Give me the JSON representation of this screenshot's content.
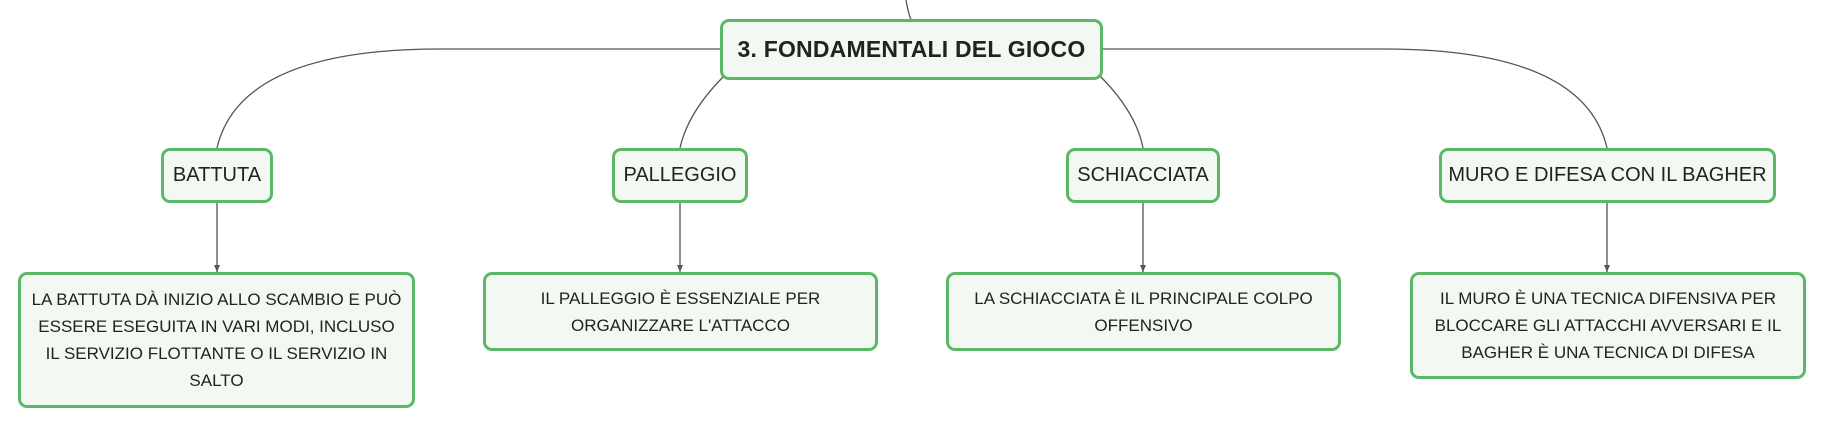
{
  "root": {
    "title": "3. FONDAMENTALI DEL GIOCO"
  },
  "topics": [
    {
      "label": "BATTUTA",
      "description": "LA BATTUTA DÀ INIZIO ALLO SCAMBIO E PUÒ ESSERE ESEGUITA IN VARI MODI, INCLUSO IL SERVIZIO FLOTTANTE O IL SERVIZIO IN SALTO"
    },
    {
      "label": "PALLEGGIO",
      "description": "IL PALLEGGIO È ESSENZIALE PER ORGANIZZARE L'ATTACCO"
    },
    {
      "label": "SCHIACCIATA",
      "description": "LA SCHIACCIATA È IL PRINCIPALE COLPO OFFENSIVO"
    },
    {
      "label": "MURO E DIFESA CON IL BAGHER",
      "description": "IL MURO È UNA TECNICA DIFENSIVA PER BLOCCARE GLI ATTACCHI AVVERSARI E IL BAGHER È UNA TECNICA DI DIFESA"
    }
  ],
  "colors": {
    "border": "#5cb866",
    "fill": "#f1f9f2",
    "connector": "#555555"
  }
}
